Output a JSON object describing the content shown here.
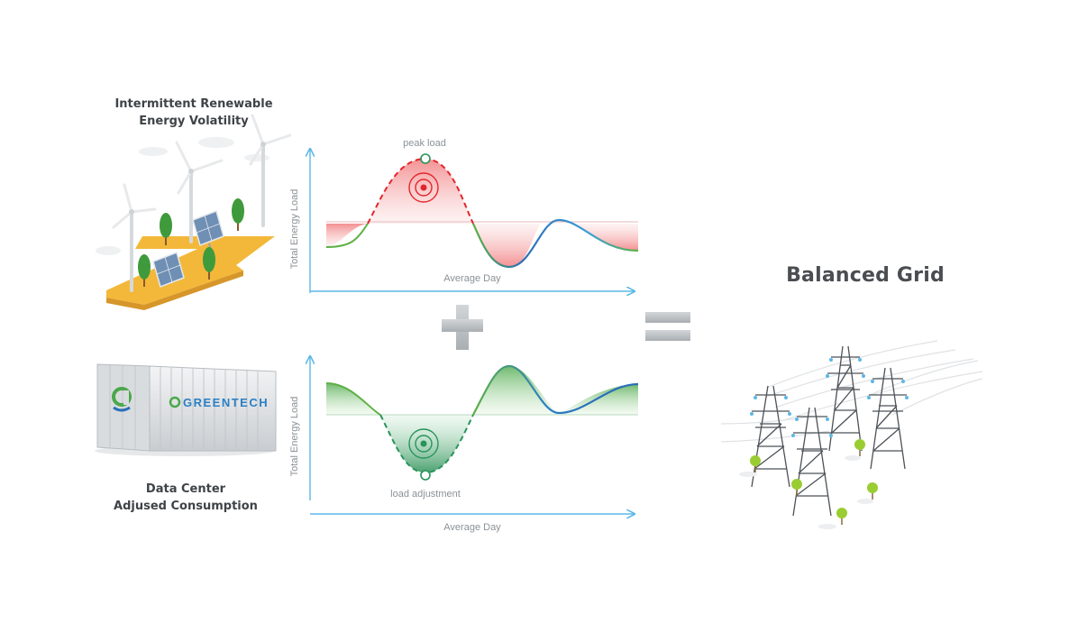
{
  "top_section": {
    "title_line1": "Intermittent Renewable",
    "title_line2": "Energy Volatility"
  },
  "bottom_section": {
    "title_line1": "Data Center",
    "title_line2": "Adjused Consumption",
    "container_brand": "GREENTECH"
  },
  "top_chart": {
    "ylabel": "Total Energy Load",
    "xlabel": "Average Day",
    "annotation": "peak load"
  },
  "bottom_chart": {
    "ylabel": "Total Energy Load",
    "xlabel": "Average Day",
    "annotation": "load adjustment"
  },
  "result": {
    "title": "Balanced Grid"
  },
  "colors": {
    "text_dark": "#3f4347",
    "axis": "#5bb8e6",
    "curve_blue": "#2b6fb8",
    "curve_green": "#5db044",
    "peak_red": "#e2262b",
    "adjust_green": "#27945a",
    "operator_gray": "#c3c7ca"
  },
  "icons": [
    "wind-turbine-icon",
    "solar-panel-icon",
    "tree-icon",
    "shipping-container-icon",
    "transmission-tower-icon",
    "plus-icon",
    "equals-icon",
    "target-icon"
  ]
}
